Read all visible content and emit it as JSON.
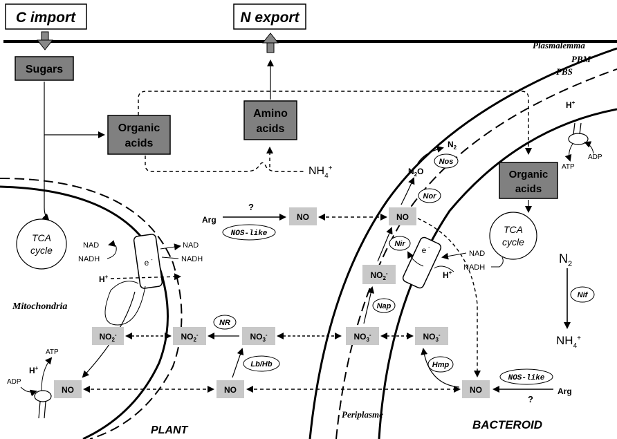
{
  "header": {
    "c_import": "C import",
    "n_export": "N export",
    "plasmalemma": "Plasmalemma"
  },
  "membranes": {
    "pbm": "PBM",
    "pbs": "PBS",
    "mitochondria": "Mitochondria",
    "periplasme": "Periplasme"
  },
  "regions": {
    "plant": "PLANT",
    "bacteroid": "BACTEROID"
  },
  "boxes": {
    "sugars": "Sugars",
    "organic_acids_plant": [
      "Organic",
      "acids"
    ],
    "amino_acids": [
      "Amino",
      "acids"
    ],
    "organic_acids_bact": [
      "Organic",
      "acids"
    ]
  },
  "species": {
    "nh4_plant": "NH",
    "nh4_bact": "NH",
    "n2_bact": "N",
    "n2_top": "N",
    "n2o": "N",
    "arg_left": "Arg",
    "arg_right": "Arg",
    "question": "?",
    "no": "NO",
    "no2": "NO",
    "no3": "NO",
    "nad": "NAD",
    "nadh": "NADH",
    "hplus": "H",
    "atp": "ATP",
    "adp": "ADP",
    "eminus": "e",
    "tca": [
      "TCA",
      "cycle"
    ]
  },
  "enzymes": {
    "nos_like": "NOS-like",
    "nr": "NR",
    "lb_hb": "Lb/Hb",
    "nap": "Nap",
    "nir": "Nir",
    "nor": "Nor",
    "nos": "Nos",
    "nif": "Nif",
    "hmp": "Hmp"
  },
  "colors": {
    "dark_box": "#808080",
    "light_box": "#c8c8c8",
    "line": "#000000",
    "arrow_fill": "#888888"
  }
}
